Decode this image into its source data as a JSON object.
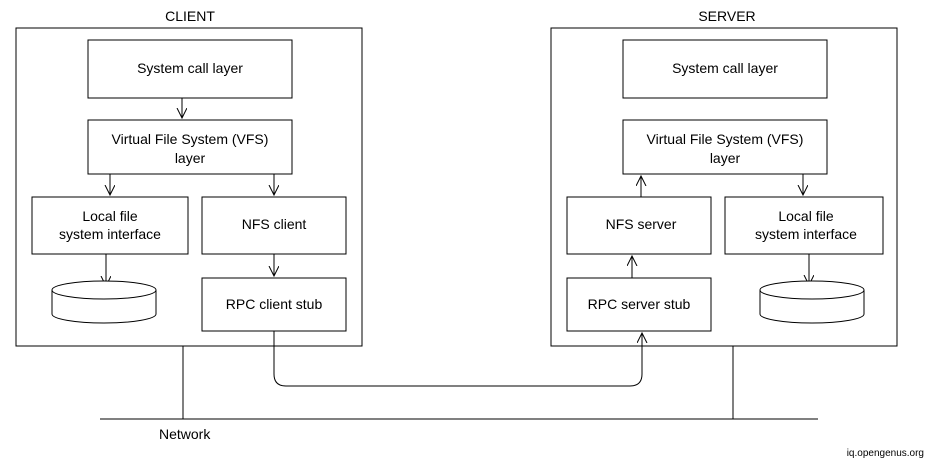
{
  "client": {
    "title": "CLIENT",
    "syscall": "System call layer",
    "vfs_line1": "Virtual File System (VFS)",
    "vfs_line2": "layer",
    "local_line1": "Local file",
    "local_line2": "system interface",
    "nfs": "NFS client",
    "rpc": "RPC client stub"
  },
  "server": {
    "title": "SERVER",
    "syscall": "System call layer",
    "vfs_line1": "Virtual File System (VFS)",
    "vfs_line2": "layer",
    "local_line1": "Local file",
    "local_line2": "system interface",
    "nfs": "NFS server",
    "rpc": "RPC server stub"
  },
  "network_label": "Network",
  "watermark": "iq.opengenus.org"
}
